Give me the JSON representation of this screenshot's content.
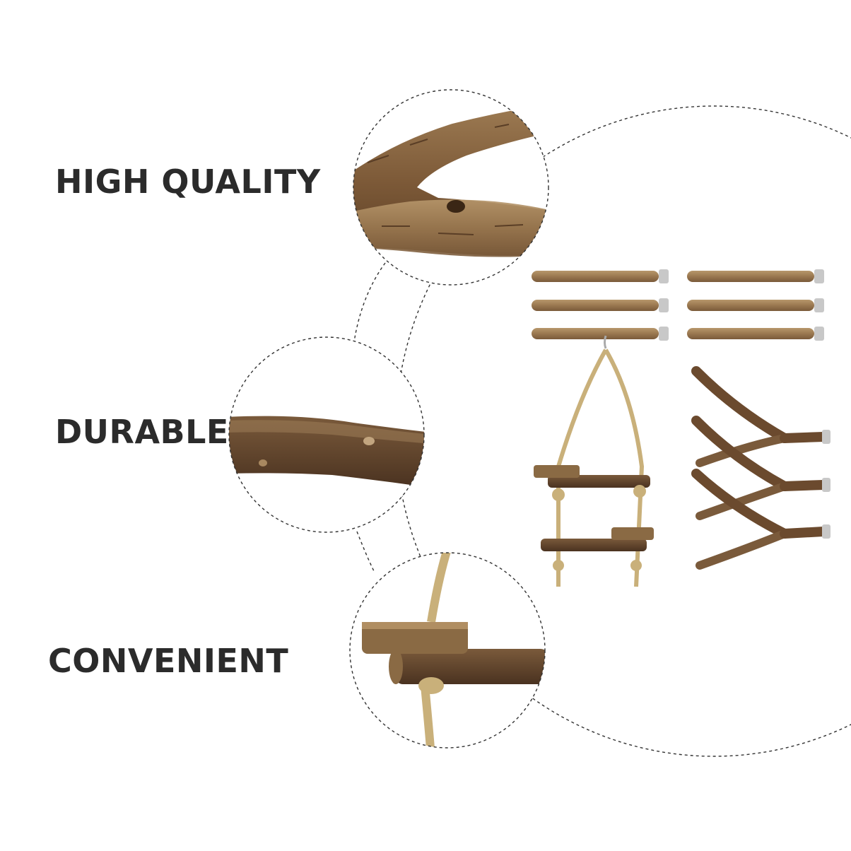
{
  "features": {
    "high_quality": "HIGH QUALITY",
    "durable": "DURABLE",
    "convenient": "CONVENIENT"
  },
  "colors": {
    "background": "#ffffff",
    "label": "#2b2b2b",
    "wood_dark": "#6b4a2e",
    "wood_mid": "#8a6a44",
    "wood_light": "#b08e62",
    "rope": "#c9b07a",
    "metal": "#c8c8c8",
    "dash": "#333333"
  },
  "product": {
    "straight_perches": 6,
    "forked_perches": 3,
    "ladders": 1
  }
}
